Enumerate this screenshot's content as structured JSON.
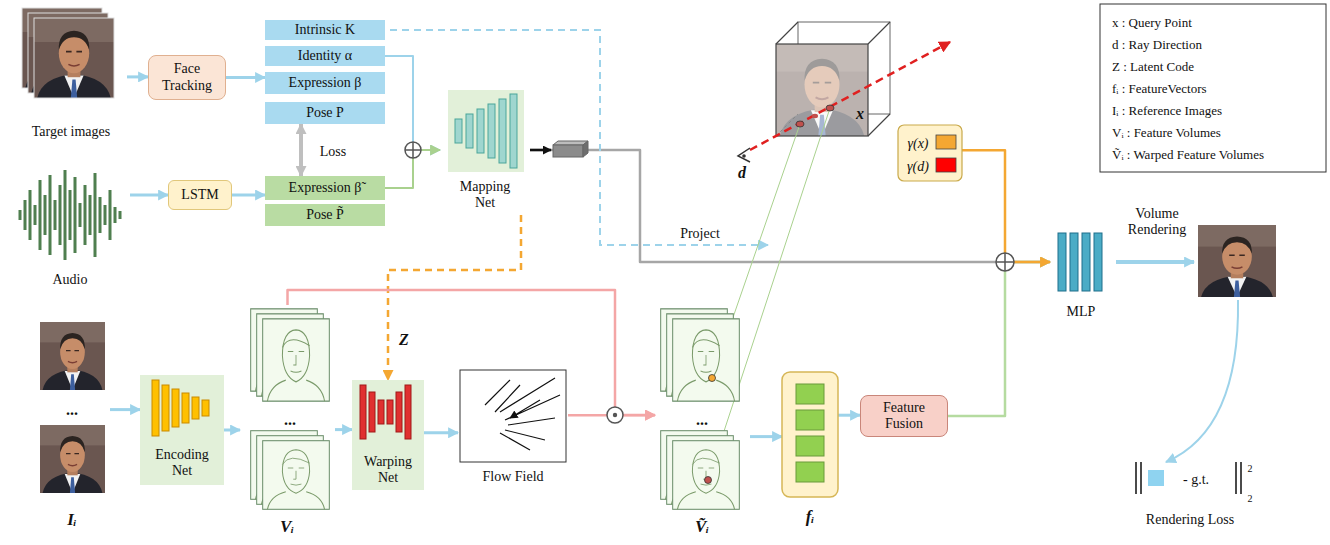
{
  "diagram": {
    "nodes": [
      {
        "text": [
          "Target images"
        ]
      },
      {
        "text": [
          "Face Tracking"
        ]
      },
      {
        "text": [
          "Intrinsic K"
        ]
      },
      {
        "text": [
          "Identity α"
        ]
      },
      {
        "text": [
          "Expression β"
        ]
      },
      {
        "text": [
          "Pose P"
        ]
      },
      {
        "text": [
          "Audio"
        ]
      },
      {
        "text": [
          "LSTM"
        ]
      },
      {
        "text": [
          "Expression β̃"
        ]
      },
      {
        "text": [
          "Pose P̃"
        ]
      },
      {
        "text": [
          "Mapping Net"
        ]
      },
      {
        "text": [
          "γ(x)",
          "γ(d)"
        ]
      },
      {
        "text": [
          "MLP"
        ]
      },
      {
        "text": [
          "Iᵢ"
        ]
      },
      {
        "text": [
          "Encoding Net"
        ]
      },
      {
        "text": [
          "Vᵢ"
        ]
      },
      {
        "text": [
          "Warping Net"
        ]
      },
      {
        "text": [
          "Flow Field"
        ]
      },
      {
        "text": [
          "Ṽᵢ"
        ]
      },
      {
        "text": [
          "fᵢ"
        ]
      },
      {
        "text": [
          "Feature Fusion"
        ]
      }
    ],
    "edges": [
      {
        "from": 0,
        "to": 1,
        "arrow": "to"
      },
      {
        "from": 1,
        "to": 4,
        "arrow": "to"
      },
      {
        "from": 3,
        "to": 10,
        "arrow": "to"
      },
      {
        "from": 8,
        "to": 10,
        "arrow": "to"
      },
      {
        "from": 5,
        "to": 8,
        "arrow": "both",
        "label": "Loss"
      },
      {
        "from": 6,
        "to": 7,
        "arrow": "to"
      },
      {
        "from": 7,
        "to": 8,
        "arrow": "to"
      },
      {
        "from": 10,
        "to": 12,
        "arrow": "to"
      },
      {
        "from": 10,
        "to": 16,
        "arrow": "to",
        "label": "Z"
      },
      {
        "from": 13,
        "to": 14,
        "arrow": "to"
      },
      {
        "from": 14,
        "to": 15,
        "arrow": "to"
      },
      {
        "from": 15,
        "to": 16,
        "arrow": "to"
      },
      {
        "from": 16,
        "to": 17,
        "arrow": "to"
      },
      {
        "from": 17,
        "to": 18,
        "arrow": "to"
      },
      {
        "from": 15,
        "to": 18,
        "arrow": "to"
      },
      {
        "from": 18,
        "to": 19,
        "arrow": "to"
      },
      {
        "from": 19,
        "to": 20,
        "arrow": "to"
      },
      {
        "from": 20,
        "to": 12,
        "arrow": "to"
      },
      {
        "from": 11,
        "to": 12,
        "arrow": "to"
      }
    ],
    "labels": [
      "Project",
      "x",
      "d",
      "...",
      "...",
      "...",
      "Volume Rendering",
      "- g.t.",
      "2",
      "2",
      "Rendering Loss"
    ],
    "legend": [
      {
        "text": "x : Query Point"
      },
      {
        "text": "d : Ray Direction"
      },
      {
        "text": "Z : Latent Code"
      },
      {
        "text": "fᵢ : FeatureVectors"
      },
      {
        "text": "Iᵢ : Reference Images"
      },
      {
        "text": "Vᵢ : Feature Volumes"
      },
      {
        "text": "Ṽᵢ : Warped Feature Volumes"
      }
    ]
  }
}
